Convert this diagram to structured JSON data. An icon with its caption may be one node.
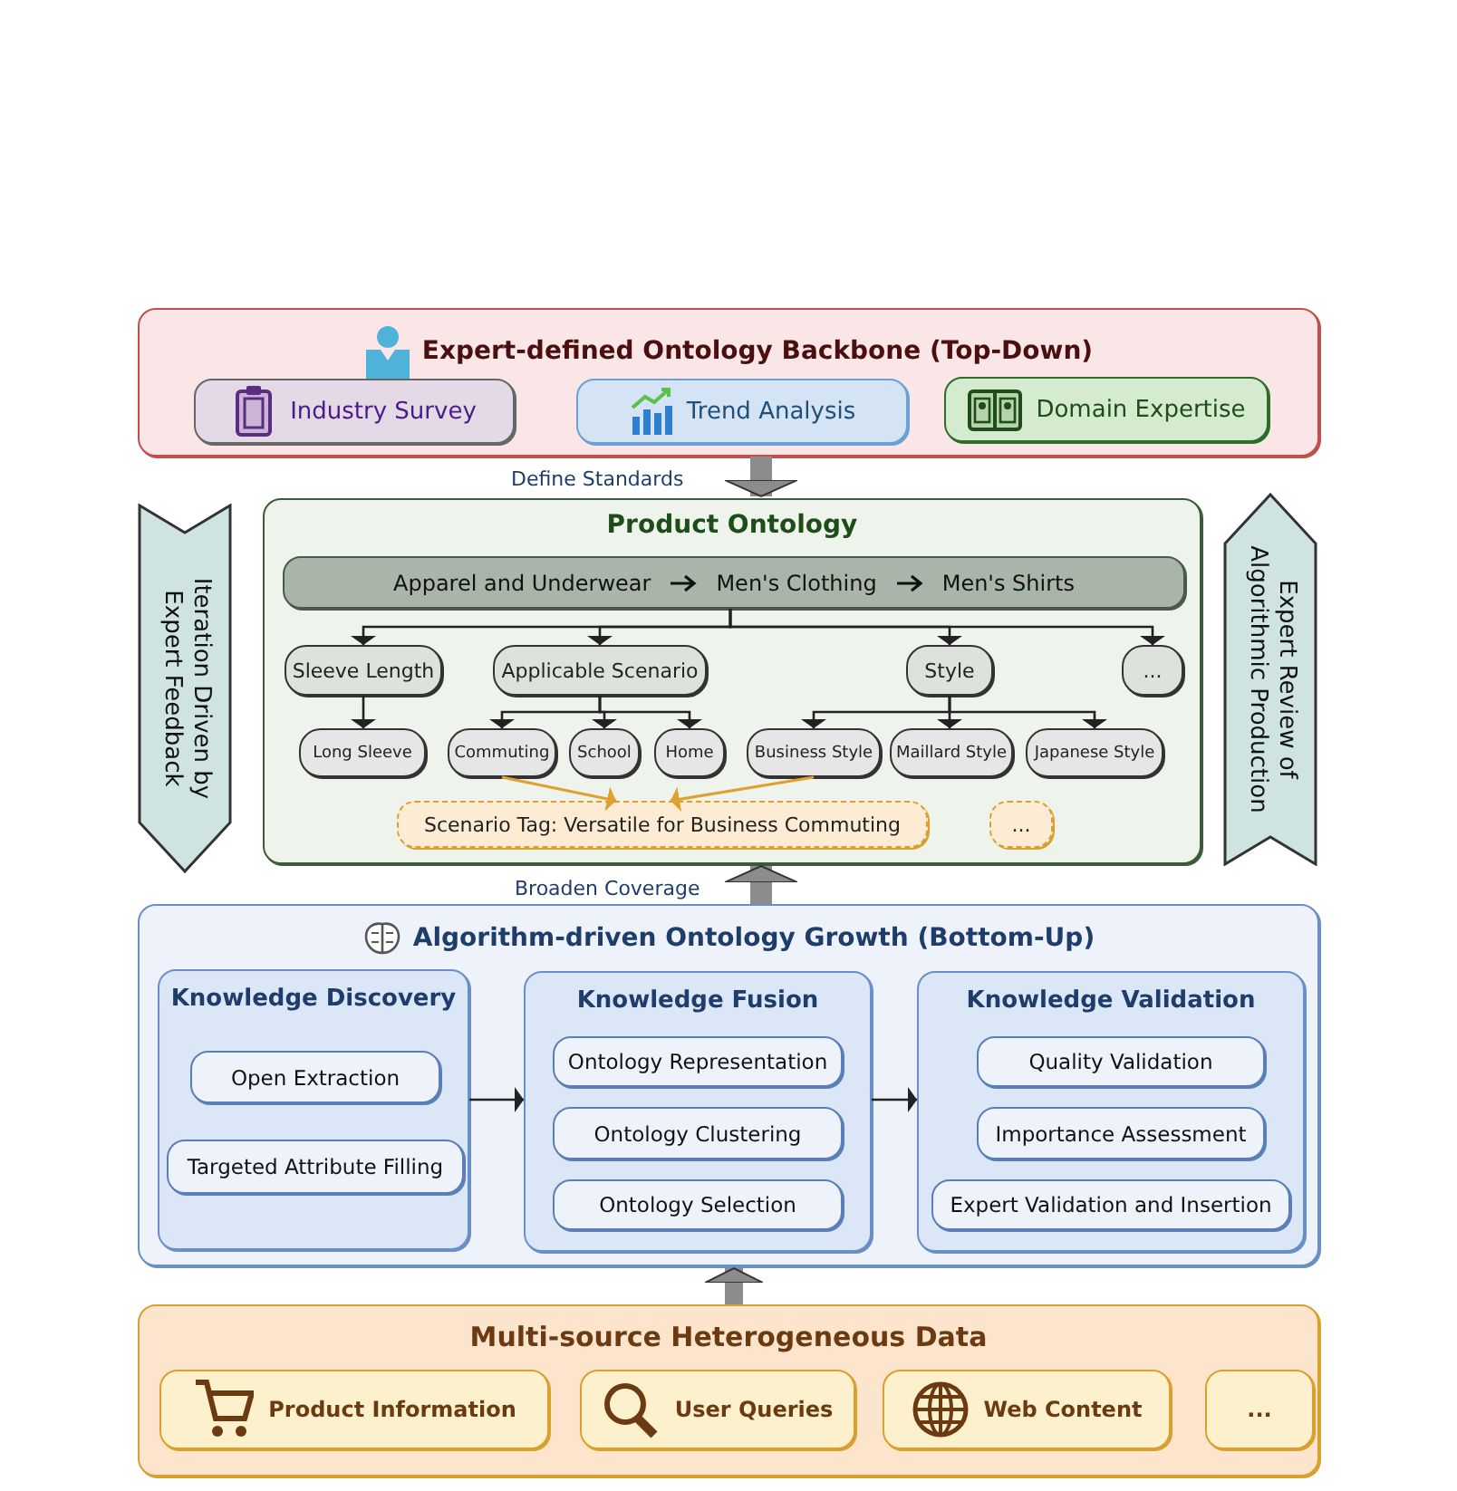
{
  "diagram": {
    "nodes": [
      {
        "text": [
          "Expert-defined Ontology Backbone (Top-Down)"
        ]
      },
      {
        "text": [
          "Industry Survey"
        ],
        "in": 0
      },
      {
        "text": [
          "Trend Analysis"
        ],
        "in": 0
      },
      {
        "text": [
          "Domain Expertise"
        ],
        "in": 0
      },
      {
        "text": [
          "Product Ontology"
        ]
      },
      {
        "text": [
          "Apparel and Underwear",
          "Men's Clothing",
          "Men's Shirts"
        ],
        "in": 4
      },
      {
        "text": [
          "Sleeve Length"
        ],
        "in": 4
      },
      {
        "text": [
          "Applicable Scenario"
        ],
        "in": 4
      },
      {
        "text": [
          "Style"
        ],
        "in": 4
      },
      {
        "text": [
          "..."
        ],
        "in": 4
      },
      {
        "text": [
          "Long Sleeve"
        ],
        "in": 4
      },
      {
        "text": [
          "Commuting"
        ],
        "in": 4
      },
      {
        "text": [
          "School"
        ],
        "in": 4
      },
      {
        "text": [
          "Home"
        ],
        "in": 4
      },
      {
        "text": [
          "Business Style"
        ],
        "in": 4
      },
      {
        "text": [
          "Maillard Style"
        ],
        "in": 4
      },
      {
        "text": [
          "Japanese Style"
        ],
        "in": 4
      },
      {
        "text": [
          "Scenario Tag: Versatile for Business Commuting"
        ],
        "in": 4
      },
      {
        "text": [
          "..."
        ],
        "in": 4
      },
      {
        "text": [
          "Algorithm-driven Ontology Growth (Bottom-Up)"
        ]
      },
      {
        "text": [
          "Knowledge Discovery"
        ],
        "in": 19
      },
      {
        "text": [
          "Open Extraction"
        ],
        "in": 20
      },
      {
        "text": [
          "Targeted Attribute Filling"
        ],
        "in": 20
      },
      {
        "text": [
          "Knowledge Fusion"
        ],
        "in": 19
      },
      {
        "text": [
          "Ontology Representation"
        ],
        "in": 23
      },
      {
        "text": [
          "Ontology Clustering"
        ],
        "in": 23
      },
      {
        "text": [
          "Ontology Selection"
        ],
        "in": 23
      },
      {
        "text": [
          "Knowledge Validation"
        ],
        "in": 19
      },
      {
        "text": [
          "Quality Validation"
        ],
        "in": 27
      },
      {
        "text": [
          "Importance Assessment"
        ],
        "in": 27
      },
      {
        "text": [
          "Expert Validation and Insertion"
        ],
        "in": 27
      },
      {
        "text": [
          "Multi-source Heterogeneous Data"
        ]
      },
      {
        "text": [
          "Product Information"
        ],
        "in": 31
      },
      {
        "text": [
          "User Queries"
        ],
        "in": 31
      },
      {
        "text": [
          "Web Content"
        ],
        "in": 31
      },
      {
        "text": [
          "..."
        ],
        "in": 31
      },
      {
        "text": [
          "Iteration Driven by Expert Feedback"
        ]
      },
      {
        "text": [
          "Expert Review of Algorithmic Production"
        ]
      }
    ],
    "edges": [
      {
        "from": 0,
        "to": 4,
        "arrow": "to",
        "label": "Define Standards",
        "style": "thick",
        "color": "#8c8c8c"
      },
      {
        "from": 5,
        "to": 6,
        "arrow": "to"
      },
      {
        "from": 5,
        "to": 7,
        "arrow": "to"
      },
      {
        "from": 5,
        "to": 8,
        "arrow": "to"
      },
      {
        "from": 5,
        "to": 9,
        "arrow": "to"
      },
      {
        "from": 6,
        "to": 10,
        "arrow": "to"
      },
      {
        "from": 7,
        "to": 11,
        "arrow": "to"
      },
      {
        "from": 7,
        "to": 12,
        "arrow": "to"
      },
      {
        "from": 7,
        "to": 13,
        "arrow": "to"
      },
      {
        "from": 8,
        "to": 14,
        "arrow": "to"
      },
      {
        "from": 8,
        "to": 15,
        "arrow": "to"
      },
      {
        "from": 8,
        "to": 16,
        "arrow": "to"
      },
      {
        "from": 11,
        "to": 17,
        "arrow": "to",
        "color": "#e0a030"
      },
      {
        "from": 14,
        "to": 17,
        "arrow": "to",
        "color": "#e0a030"
      },
      {
        "from": 19,
        "to": 4,
        "arrow": "to",
        "label": "Broaden Coverage",
        "style": "thick",
        "color": "#8c8c8c"
      },
      {
        "from": 20,
        "to": 23,
        "arrow": "to"
      },
      {
        "from": 23,
        "to": 27,
        "arrow": "to"
      },
      {
        "from": 31,
        "to": 19,
        "arrow": "to",
        "style": "thick",
        "color": "#8c8c8c"
      }
    ]
  }
}
